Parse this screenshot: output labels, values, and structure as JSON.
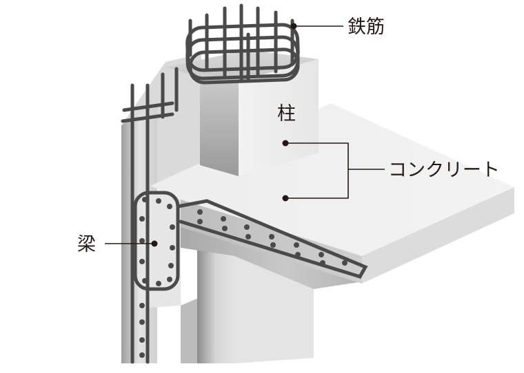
{
  "labels": {
    "rebar": "鉄筋",
    "column": "柱",
    "concrete": "コンクリート",
    "beam": "梁"
  },
  "colors": {
    "rebar": "#4a4a4a",
    "leader": "#231815",
    "text": "#231815"
  }
}
